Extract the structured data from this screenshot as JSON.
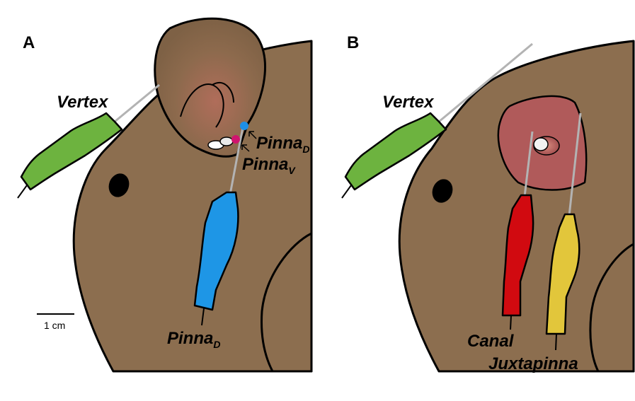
{
  "panels": {
    "a": {
      "letter": "A",
      "labels": {
        "vertex": "Vertex",
        "pinna_d_top": {
          "main": "Pinna",
          "sub": "D"
        },
        "pinna_v": {
          "main": "Pinna",
          "sub": "V"
        },
        "pinna_d_bottom": {
          "main": "Pinna",
          "sub": "D"
        }
      },
      "scale_bar": "1 cm"
    },
    "b": {
      "letter": "B",
      "labels": {
        "vertex": "Vertex",
        "canal": "Canal",
        "juxtapinna": "Juxtapinna"
      }
    }
  },
  "colors": {
    "body": "#8c6e4f",
    "vertex_electrode": "#6db33f",
    "pinna_d_electrode": "#1e96e6",
    "canal_electrode": "#d10a10",
    "juxtapinna_electrode": "#e2c63b",
    "pinna_d_dot": "#1e8fe6",
    "pinna_v_dot": "#d0146e",
    "excised_area": "#b05a5a"
  }
}
